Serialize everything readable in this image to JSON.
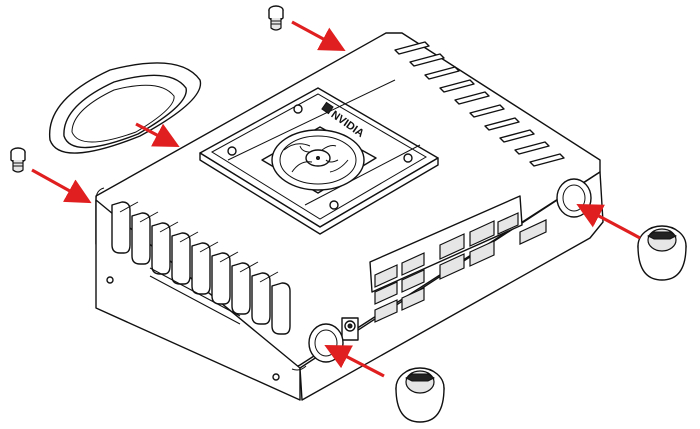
{
  "diagram": {
    "logo_text": "NVIDIA",
    "colors": {
      "arrow": "#e02020",
      "line": "#111111",
      "background": "#ffffff"
    },
    "parts": [
      "enclosure",
      "fan",
      "gasket",
      "screw-top",
      "screw-left",
      "plug-right",
      "plug-bottom"
    ]
  }
}
